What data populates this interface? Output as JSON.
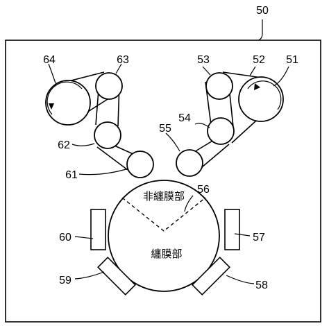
{
  "labels": {
    "apparatus": "50",
    "r51": "51",
    "film": "52",
    "r53": "53",
    "r54": "54",
    "r55": "55",
    "drum": "56",
    "s57": "57",
    "s58": "58",
    "s59": "59",
    "s60": "60",
    "r61": "61",
    "r62": "62",
    "r63": "63",
    "r64": "64"
  },
  "regions": {
    "non_coated": "非纏膜部",
    "coated": "纏膜部"
  }
}
